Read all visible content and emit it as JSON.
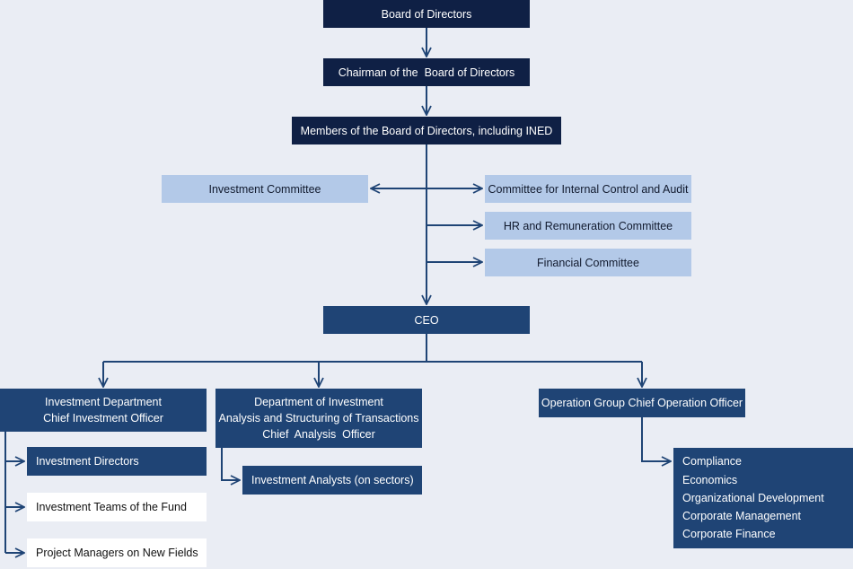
{
  "board": "Board of Directors",
  "chairman": "Chairman of the  Board of Directors",
  "members": "Members of the Board of Directors, including INED",
  "committees": {
    "investment": "Investment Committee",
    "internal_control": "Committee for Internal Control and Audit",
    "hr": "HR and Remuneration Committee",
    "financial": "Financial Committee"
  },
  "ceo": "CEO",
  "investment_department": {
    "line1": "Investment Department",
    "line2": "Chief Investment Officer",
    "children": [
      "Investment Directors",
      "Investment Teams of the Fund",
      "Project Managers on New Fields"
    ]
  },
  "analysis_department": {
    "line1": "Department of Investment",
    "line2": "Analysis and Structuring of Transactions",
    "line3": "Chief  Analysis  Officer",
    "child": "Investment Analysts (on sectors)"
  },
  "operation_group": {
    "title": "Operation Group Chief Operation Officer",
    "functions": [
      "Compliance",
      "Economics",
      "Organizational Development",
      "Corporate Management",
      "Corporate Finance"
    ]
  },
  "colors": {
    "navy": "#0f2045",
    "blue": "#1f4475",
    "light_blue": "#b3c9e8",
    "background": "#eaedf4",
    "connector": "#1f4475"
  }
}
